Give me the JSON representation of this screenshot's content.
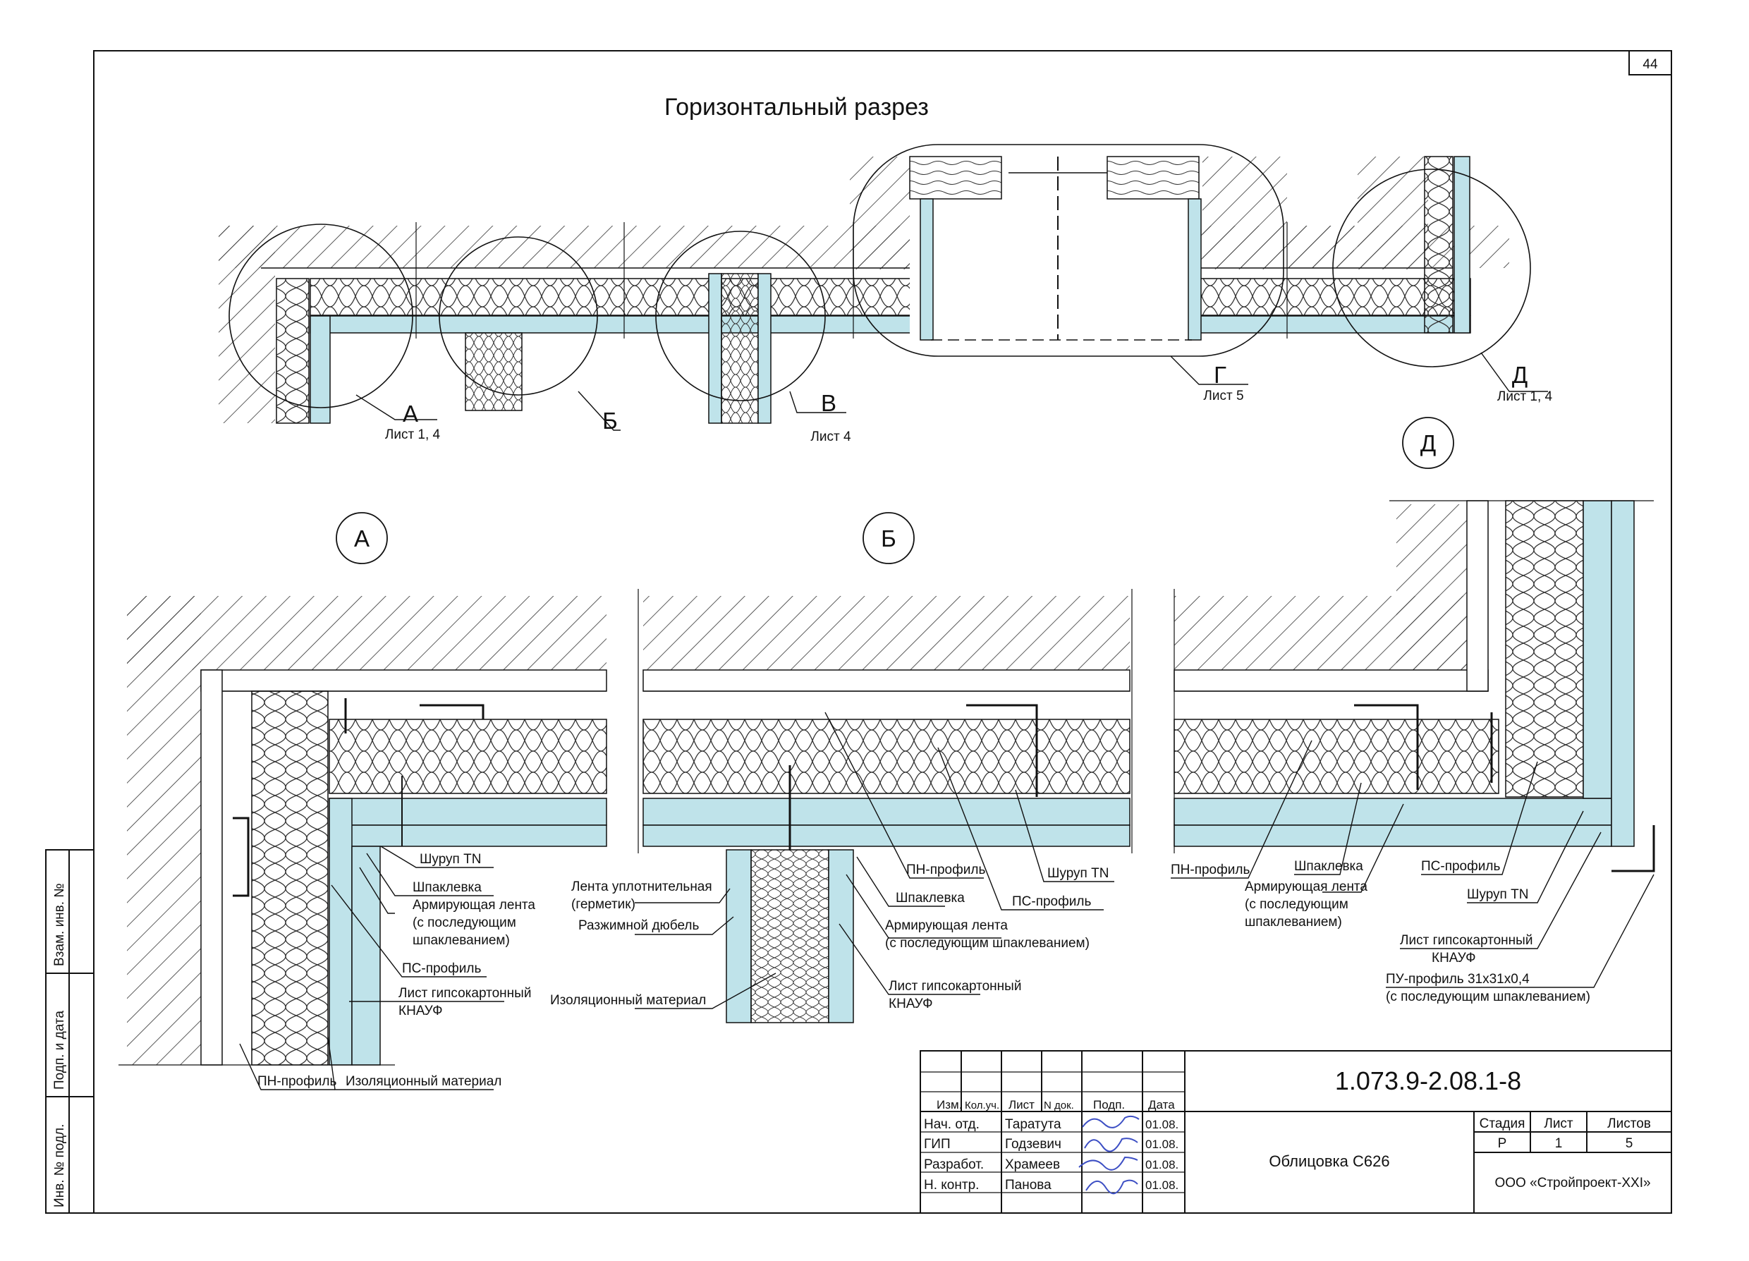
{
  "sheet_number": "44",
  "title": "Горизонтальный разрез",
  "overview": {
    "a_letter": "А",
    "a_ref": "Лист 1, 4",
    "b_letter": "Б",
    "v_letter": "В",
    "v_ref": "Лист 4",
    "g_letter": "Г",
    "g_ref": "Лист 5",
    "d_letter": "Д",
    "d_ref": "Лист 1, 4"
  },
  "circles": {
    "a": "А",
    "b": "Б",
    "d": "Д"
  },
  "detail_a": {
    "shurup": "Шуруп TN",
    "shpaklevka": "Шпаклевка",
    "lenta_1": "Армирующая лента",
    "lenta_2": "(с последующим",
    "lenta_3": "шпаклеванием)",
    "ps_profile": "ПС-профиль",
    "gkl_1": "Лист гипсокартонный",
    "gkl_2": "КНАУФ",
    "pn_profile": "ПН-профиль",
    "izol": "Изоляционный материал"
  },
  "detail_b": {
    "lenta_upl_1": "Лента уплотнительная",
    "lenta_upl_2": "(герметик)",
    "dubel": "Разжимной дюбель",
    "izol": "Изоляционный материал",
    "pn_profile": "ПН-профиль",
    "shurup": "Шуруп TN",
    "shpaklevka": "Шпаклевка",
    "ps_profile": "ПС-профиль",
    "lenta_1": "Армирующая лента",
    "lenta_2": "(с последующим шпаклеванием)",
    "gkl_1": "Лист гипсокартонный",
    "gkl_2": "КНАУФ"
  },
  "detail_d": {
    "pn_profile": "ПН-профиль",
    "shpaklevka": "Шпаклевка",
    "lenta_1": "Армирующая лента",
    "lenta_2": "(с последующим",
    "lenta_3": "шпаклеванием)",
    "ps_profile": "ПС-профиль",
    "shurup": "Шуруп TN",
    "gkl_1": "Лист гипсокартонный",
    "gkl_2": "КНАУФ",
    "pu_1": "ПУ-профиль 31х31х0,4",
    "pu_2": "(с последующим шпаклеванием)"
  },
  "side_stamp": {
    "vzam": "Взам. инв. №",
    "podp": "Подп. и дата",
    "inv": "Инв. № подл."
  },
  "title_block": {
    "doc_code": "1.073.9-2.08.1-8",
    "name": "Облицовка С626",
    "company": "ООО «Стройпроект-XXI»",
    "head": [
      "Изм.",
      "Кол.уч.",
      "Лист",
      "N док.",
      "Подп.",
      "Дата"
    ],
    "rows": [
      {
        "role": "Нач. отд.",
        "name": "Таратута",
        "date": "01.08."
      },
      {
        "role": "ГИП",
        "name": "Годзевич",
        "date": "01.08."
      },
      {
        "role": "Разработ.",
        "name": "Храмеев",
        "date": "01.08."
      },
      {
        "role": "Н. контр.",
        "name": "Панова",
        "date": "01.08."
      }
    ],
    "stage_head": [
      "Стадия",
      "Лист",
      "Листов"
    ],
    "stage_vals": [
      "Р",
      "1",
      "5"
    ]
  },
  "colors": {
    "board": "#bfe3ea",
    "line": "#111111",
    "signature": "#3d4fc4"
  }
}
